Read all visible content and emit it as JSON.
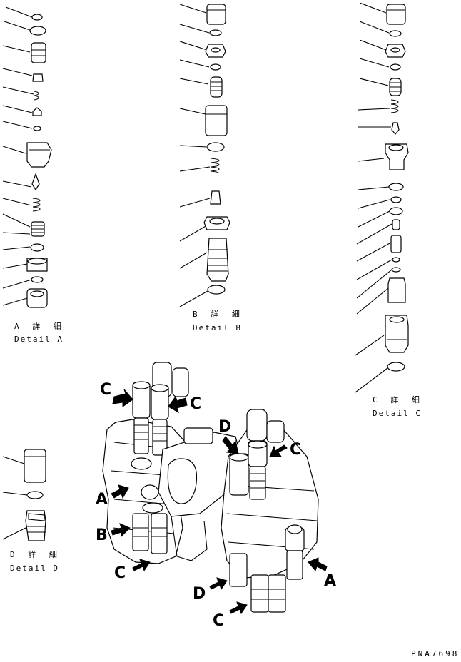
{
  "details": {
    "a": {
      "jp": "A 詳 細",
      "en": "Detail A"
    },
    "b": {
      "jp": "B 詳 細",
      "en": "Detail B"
    },
    "c": {
      "jp": "C 詳 細",
      "en": "Detail C"
    },
    "d": {
      "jp": "D 詳 細",
      "en": "Detail D"
    }
  },
  "arrow_labels": {
    "c1": "C",
    "c2": "C",
    "c3": "C",
    "c4": "C",
    "c5": "C",
    "d1": "D",
    "d2": "D",
    "a1": "A",
    "a2": "A",
    "b1": "B"
  },
  "drawing_code": "PNA7698"
}
